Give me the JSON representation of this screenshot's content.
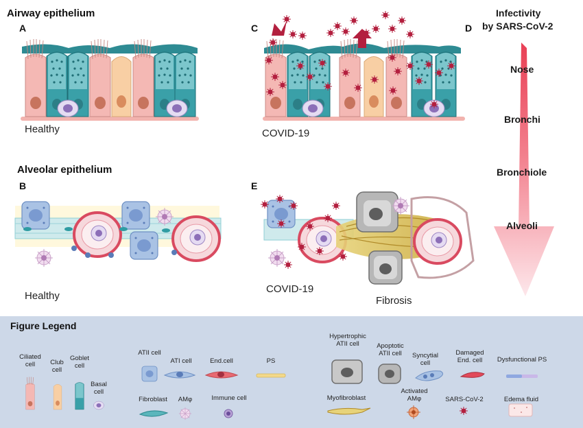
{
  "sections": {
    "airway_title": "Airway epithelium",
    "alveolar_title": "Alveolar epithelium"
  },
  "panels": {
    "a": "A",
    "b": "B",
    "c": "C",
    "d": "D",
    "e": "E"
  },
  "captions": {
    "a": "Healthy",
    "b": "Healthy",
    "c": "COVID-19",
    "e_covid": "COVID-19",
    "e_fibrosis": "Fibrosis"
  },
  "infectivity": {
    "title_line1": "Infectivity",
    "title_line2": "by SARS-CoV-2",
    "levels": [
      "Nose",
      "Bronchi",
      "Bronchiole",
      "Alveoli"
    ]
  },
  "legend": {
    "title": "Figure Legend",
    "ciliated": [
      "Ciliated",
      "cell"
    ],
    "club": [
      "Club",
      "cell"
    ],
    "goblet": [
      "Goblet",
      "cell"
    ],
    "basal": [
      "Basal",
      "cell"
    ],
    "atii": "ATII cell",
    "ati": "ATI cell",
    "end_cell": "End.cell",
    "ps": "PS",
    "fibroblast": "Fibroblast",
    "amphi": "AMφ",
    "immune": "Immune cell",
    "hypertrophic": [
      "Hypertrophic",
      "ATII cell"
    ],
    "apoptotic": [
      "Apoptotic",
      "ATII cell"
    ],
    "syncytial": [
      "Syncytial",
      "cell"
    ],
    "damaged": [
      "Damaged",
      "End. cell"
    ],
    "dysfunctional_ps": "Dysfunctional PS",
    "myofibroblast": "Myofibroblast",
    "activated": [
      "Activated",
      "AMφ"
    ],
    "sars": "SARS-CoV-2",
    "edema": "Edema fluid"
  },
  "colors": {
    "teal": "#3aa0a8",
    "teal_light": "#7cc6cc",
    "pink": "#f4b8b4",
    "peach": "#f8cfa4",
    "virus": "#b3203f",
    "legend_bg": "#cdd8e8",
    "blue_cell": "#a9c2e4"
  }
}
